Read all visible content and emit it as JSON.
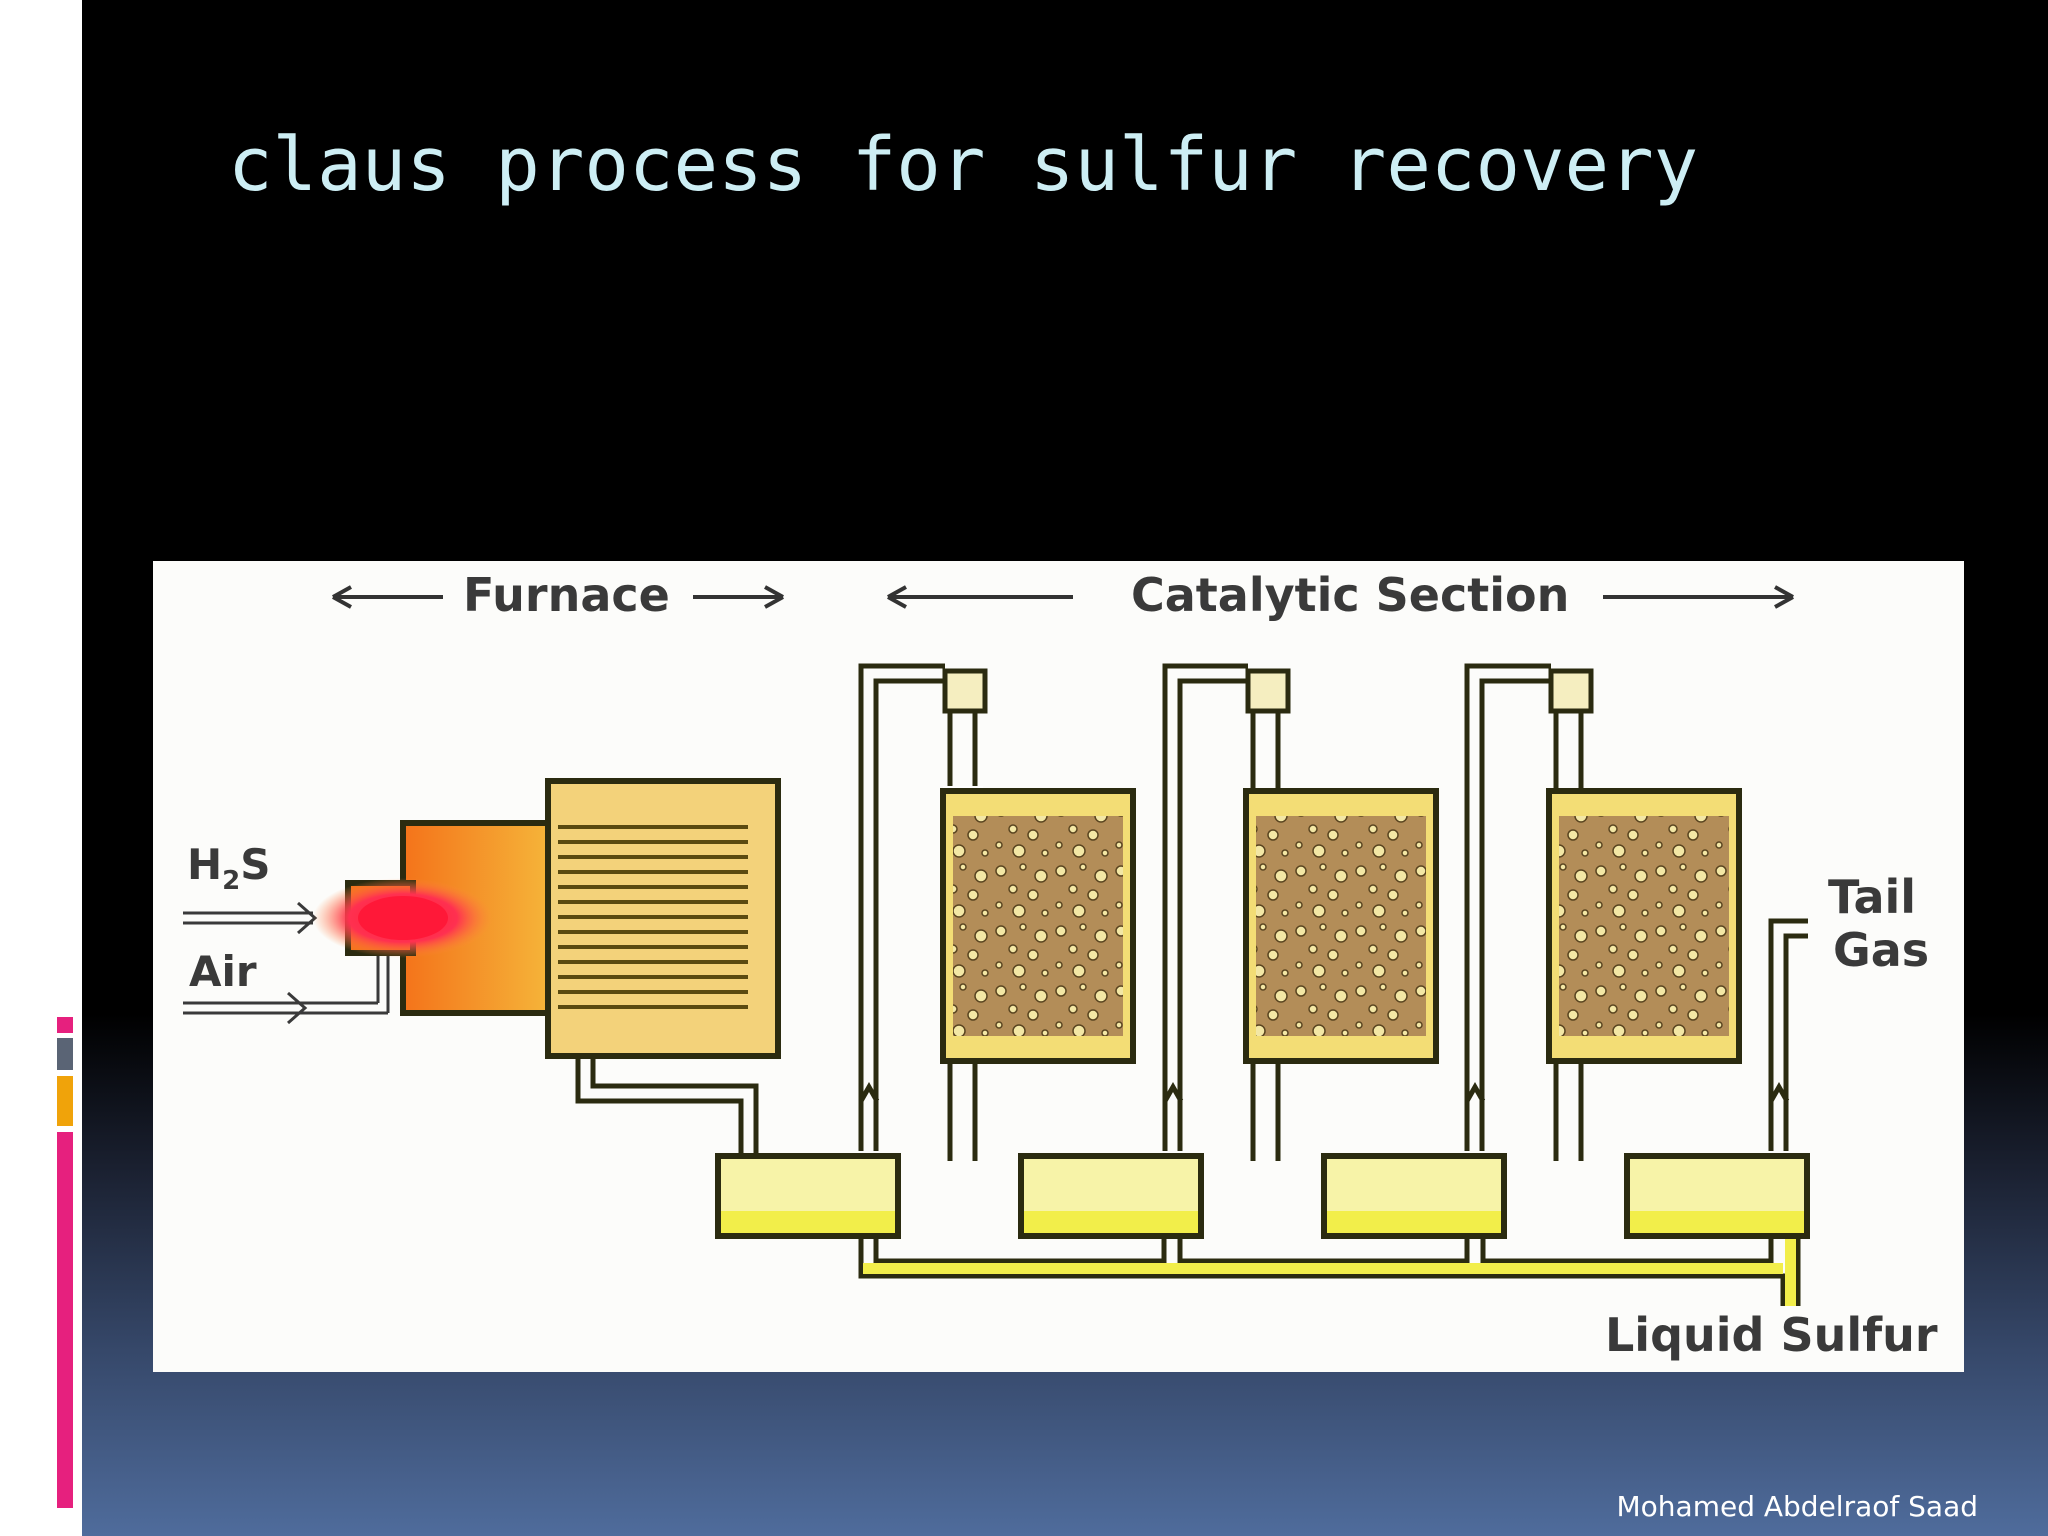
{
  "slide": {
    "title": "claus process for sulfur recovery",
    "footer": "Mohamed Abdelraof Saad"
  },
  "diagram": {
    "label_furnace": "Furnace",
    "label_catalytic": "Catalytic Section",
    "label_h2s_main": "H",
    "label_h2s_sub": "2",
    "label_h2s_end": "S",
    "label_air": "Air",
    "label_tail": "Tail",
    "label_gas": "Gas",
    "label_liquid_sulfur": "Liquid Sulfur",
    "reactor_count": 3,
    "condenser_count": 4
  },
  "colors": {
    "title": "#cdeef4",
    "accent_pink": "#e6207e",
    "accent_gray": "#5a6475",
    "accent_orange": "#f0a30a",
    "pipe": "#2b2b10",
    "vessel_yellow": "#f2dd74",
    "condenser_liquid": "#f5f25a",
    "catalyst_bed": "#b08a55",
    "flame": "#ff2a3a",
    "furnace_orange": "#f59a1a"
  }
}
